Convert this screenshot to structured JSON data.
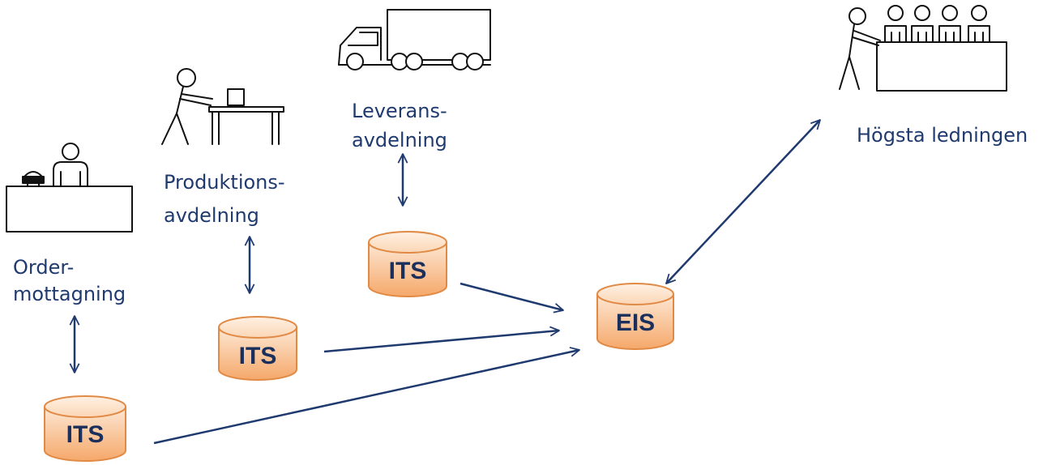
{
  "nodes": {
    "ordermottagning": {
      "label_line1": "Order-",
      "label_line2": "mottagning",
      "icon": "desk-with-phone-icon"
    },
    "produktion": {
      "label_line1": "Produktions-",
      "label_line2": "avdelning",
      "icon": "worker-at-table-icon"
    },
    "leverans": {
      "label_line1": "Leverans-",
      "label_line2": "avdelning",
      "icon": "truck-icon"
    },
    "ledning": {
      "label": "Högsta ledningen",
      "icon": "board-meeting-icon"
    }
  },
  "databases": {
    "its_order": {
      "label": "ITS"
    },
    "its_produktion": {
      "label": "ITS"
    },
    "its_leverans": {
      "label": "ITS"
    },
    "eis": {
      "label": "EIS"
    }
  },
  "colors": {
    "label_text": "#1f3a6e",
    "arrow": "#1f3a6e",
    "db_fill_top": "#fde3cd",
    "db_fill_bottom": "#f4a460",
    "db_stroke": "#e08a45",
    "db_text": "#1a2f5c"
  }
}
